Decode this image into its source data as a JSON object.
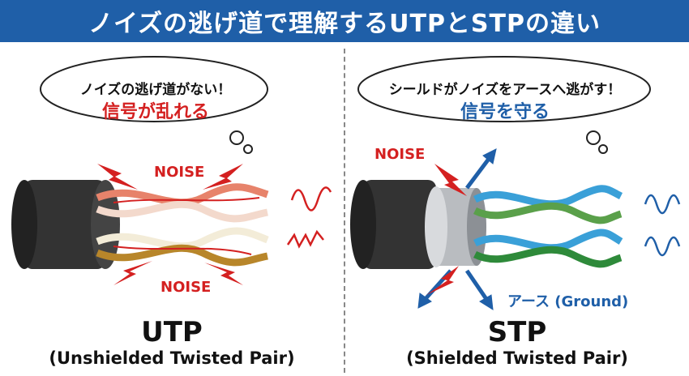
{
  "title": "ノイズの逃げ道で理解するUTPとSTPの違い",
  "utp": {
    "bubble_line1": "ノイズの逃げ道がない！",
    "bubble_line2": "信号が乱れる",
    "noise_top": "NOISE",
    "noise_bottom": "NOISE",
    "name": "UTP",
    "full_name": "(Unshielded Twisted Pair)"
  },
  "stp": {
    "bubble_line1": "シールドがノイズをアースへ逃がす！",
    "bubble_line2": "信号を守る",
    "noise": "NOISE",
    "ground": "アース (Ground)",
    "name": "STP",
    "full_name": "(Shielded Twisted Pair)"
  },
  "colors": {
    "title_bg": "#1f5fa8",
    "noise": "#d42020",
    "protect": "#1f5fa8"
  }
}
